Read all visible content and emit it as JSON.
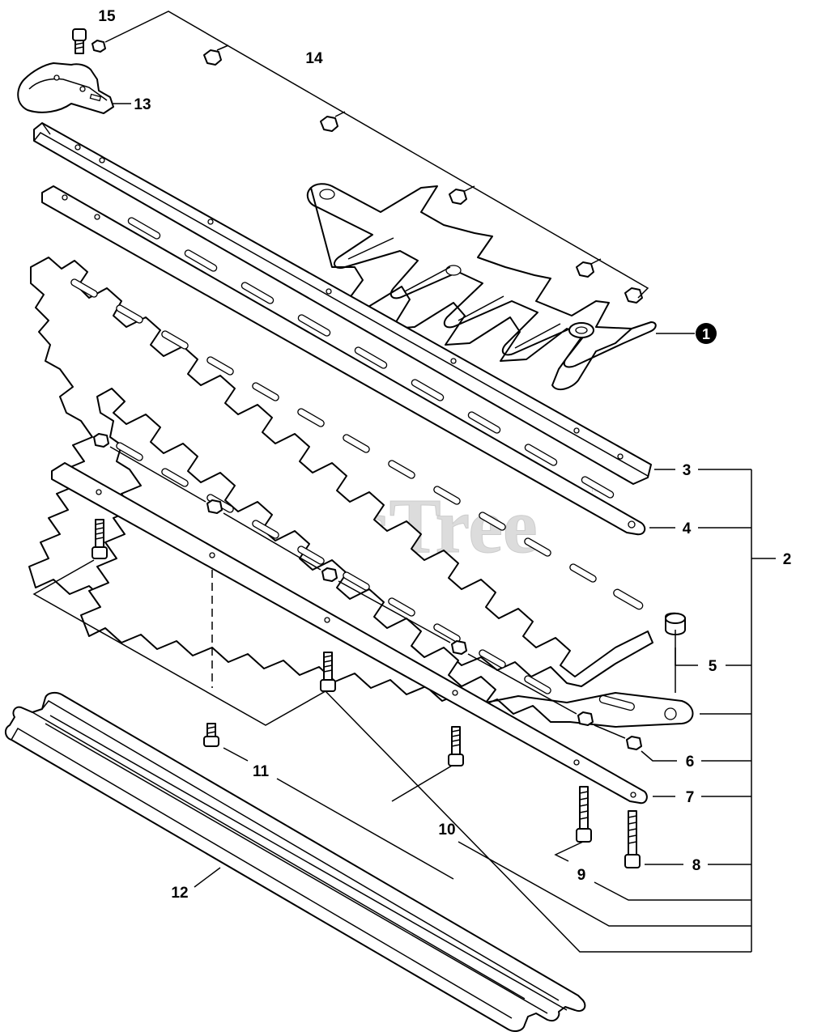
{
  "diagram": {
    "watermark": "PartsTree",
    "watermark_mark": "™",
    "marker_label": "1",
    "callouts": {
      "c2": "2",
      "c3": "3",
      "c4": "4",
      "c5": "5",
      "c6": "6",
      "c7": "7",
      "c8": "8",
      "c9": "9",
      "c10": "10",
      "c11": "11",
      "c12": "12",
      "c13": "13",
      "c14": "14",
      "c15": "15"
    }
  }
}
